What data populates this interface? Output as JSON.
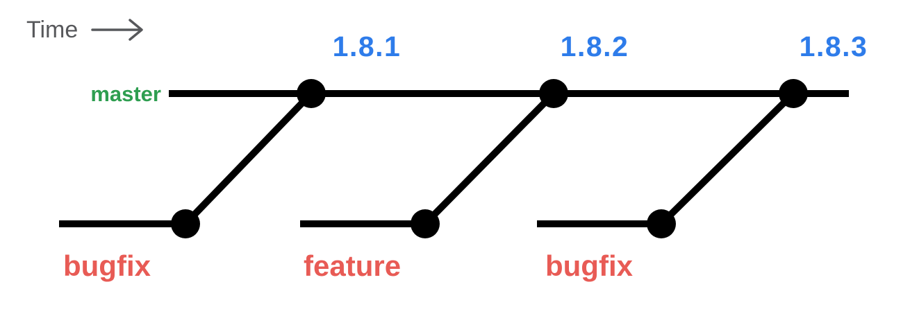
{
  "colors": {
    "background": "#ffffff",
    "line": "#000000",
    "commit_dot": "#000000",
    "time_label": "#57585b",
    "master_label": "#2e9e50",
    "release_label": "#2e7cea",
    "branch_label": "#e85b55"
  },
  "time_axis": {
    "label": "Time"
  },
  "master": {
    "name": "master",
    "releases": [
      "1.8.1",
      "1.8.2",
      "1.8.3"
    ]
  },
  "feature_branches": [
    {
      "name": "bugfix",
      "merges_into": "1.8.1"
    },
    {
      "name": "feature",
      "merges_into": "1.8.2"
    },
    {
      "name": "bugfix",
      "merges_into": "1.8.3"
    }
  ]
}
